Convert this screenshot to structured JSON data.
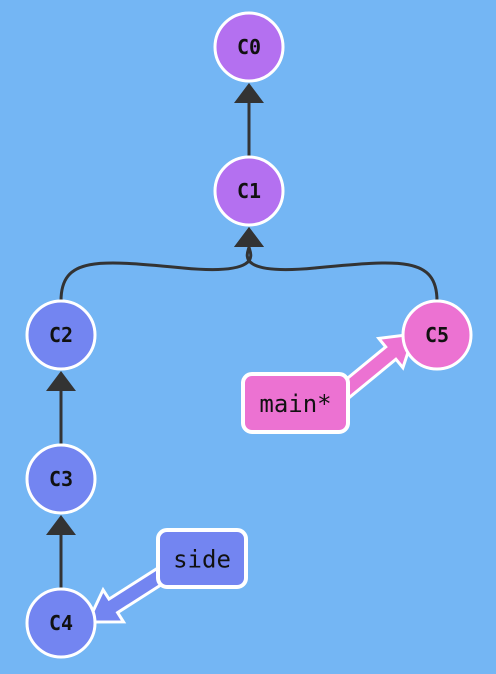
{
  "graph": {
    "colors": {
      "background": "#74b6f4",
      "edge": "#333333",
      "node_stroke": "#ffffff",
      "purple": "#b470f0",
      "blue": "#7385f1",
      "pink": "#ec72d2"
    },
    "commits": [
      {
        "id": "C0",
        "label": "C0",
        "color": "purple"
      },
      {
        "id": "C1",
        "label": "C1",
        "color": "purple"
      },
      {
        "id": "C2",
        "label": "C2",
        "color": "blue"
      },
      {
        "id": "C3",
        "label": "C3",
        "color": "blue"
      },
      {
        "id": "C4",
        "label": "C4",
        "color": "blue"
      },
      {
        "id": "C5",
        "label": "C5",
        "color": "pink"
      }
    ],
    "edges": [
      {
        "from": "C1",
        "to": "C0"
      },
      {
        "from": "C2",
        "to": "C1"
      },
      {
        "from": "C5",
        "to": "C1"
      },
      {
        "from": "C3",
        "to": "C2"
      },
      {
        "from": "C4",
        "to": "C3"
      }
    ],
    "branches": [
      {
        "id": "main",
        "label": "main*",
        "target": "C5",
        "color": "pink"
      },
      {
        "id": "side",
        "label": "side",
        "target": "C4",
        "color": "blue"
      }
    ]
  }
}
